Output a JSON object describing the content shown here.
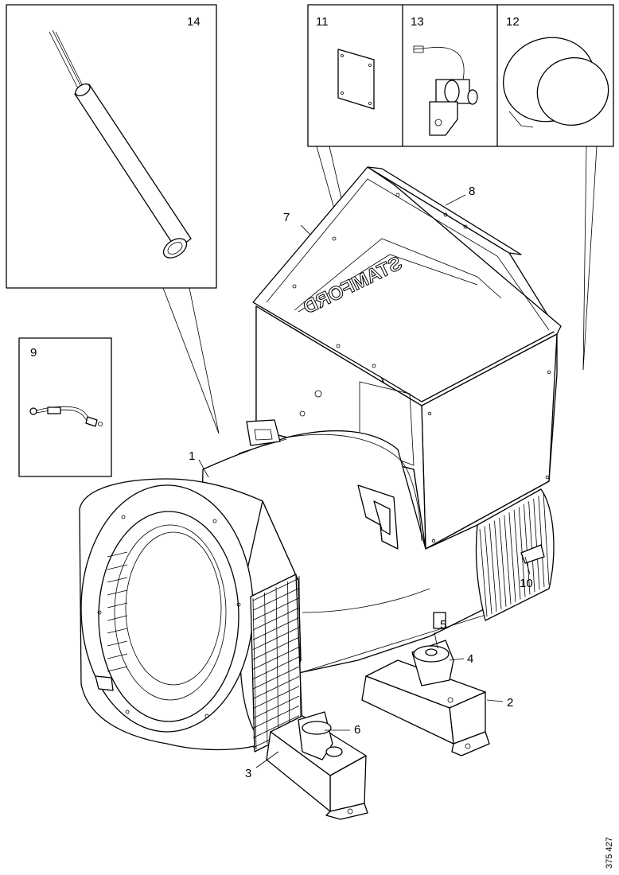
{
  "callouts": {
    "c1": "1",
    "c2": "2",
    "c3": "3",
    "c4": "4",
    "c5": "5",
    "c6": "6",
    "c7": "7",
    "c8": "8",
    "c9": "9",
    "c10": "10",
    "c11": "11",
    "c12": "12",
    "c13": "13",
    "c14": "14"
  },
  "brand_text": "STAMFORD",
  "drawing_ref": "375 427"
}
